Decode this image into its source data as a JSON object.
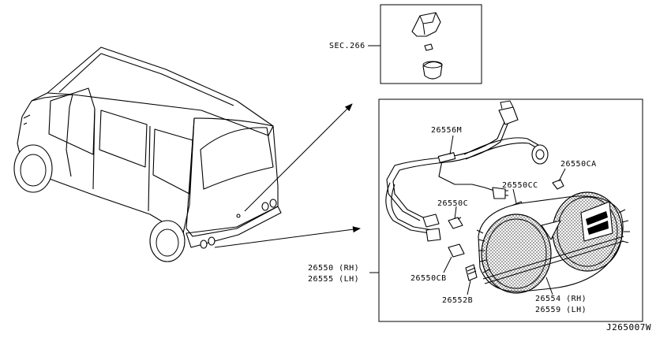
{
  "diagram": {
    "figure_code": "J265007W",
    "callouts": {
      "sec_ref": "SEC.266",
      "harness": "26556M",
      "socket_ca": "26550CA",
      "socket_cc": "26550CC",
      "socket_c": "26550C",
      "assembly_rh": "26550 (RH)",
      "assembly_lh": "26555 (LH)",
      "socket_cb": "26550CB",
      "bulb": "26552B",
      "lens_rh": "26554 (RH)",
      "lens_lh": "26559 (LH)"
    }
  }
}
